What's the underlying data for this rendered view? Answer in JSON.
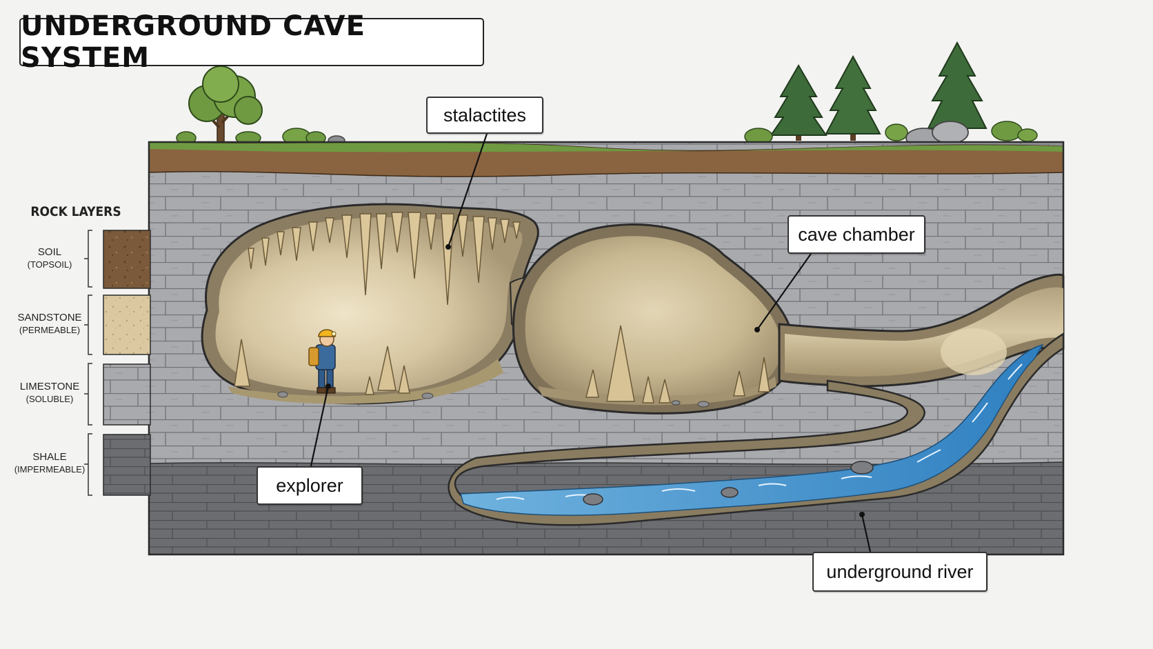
{
  "title": "UNDERGROUND CAVE SYSTEM",
  "legend": {
    "title": "ROCK LAYERS",
    "items": [
      {
        "name": "SOIL",
        "note": "(TOPSOIL)",
        "swatch": "#7a5a3a"
      },
      {
        "name": "SANDSTONE",
        "note": "(PERMEABLE)",
        "swatch": "#dcc8a0"
      },
      {
        "name": "LIMESTONE",
        "note": "(SOLUBLE)",
        "swatch": "#a8a9ad"
      },
      {
        "name": "SHALE",
        "note": "(IMPERMEABLE)",
        "swatch": "#6b6c70"
      }
    ]
  },
  "callouts": {
    "stalactites": "stalactites",
    "cave_chamber": "cave chamber",
    "explorer": "explorer",
    "underground_river": "underground river"
  },
  "colors": {
    "grass": "#6f9a42",
    "soil": "#8a6440",
    "limestone": "#a9aaae",
    "shale": "#6c6d71",
    "cave_interior": "#c9b893",
    "water": "#3f8fc8"
  }
}
